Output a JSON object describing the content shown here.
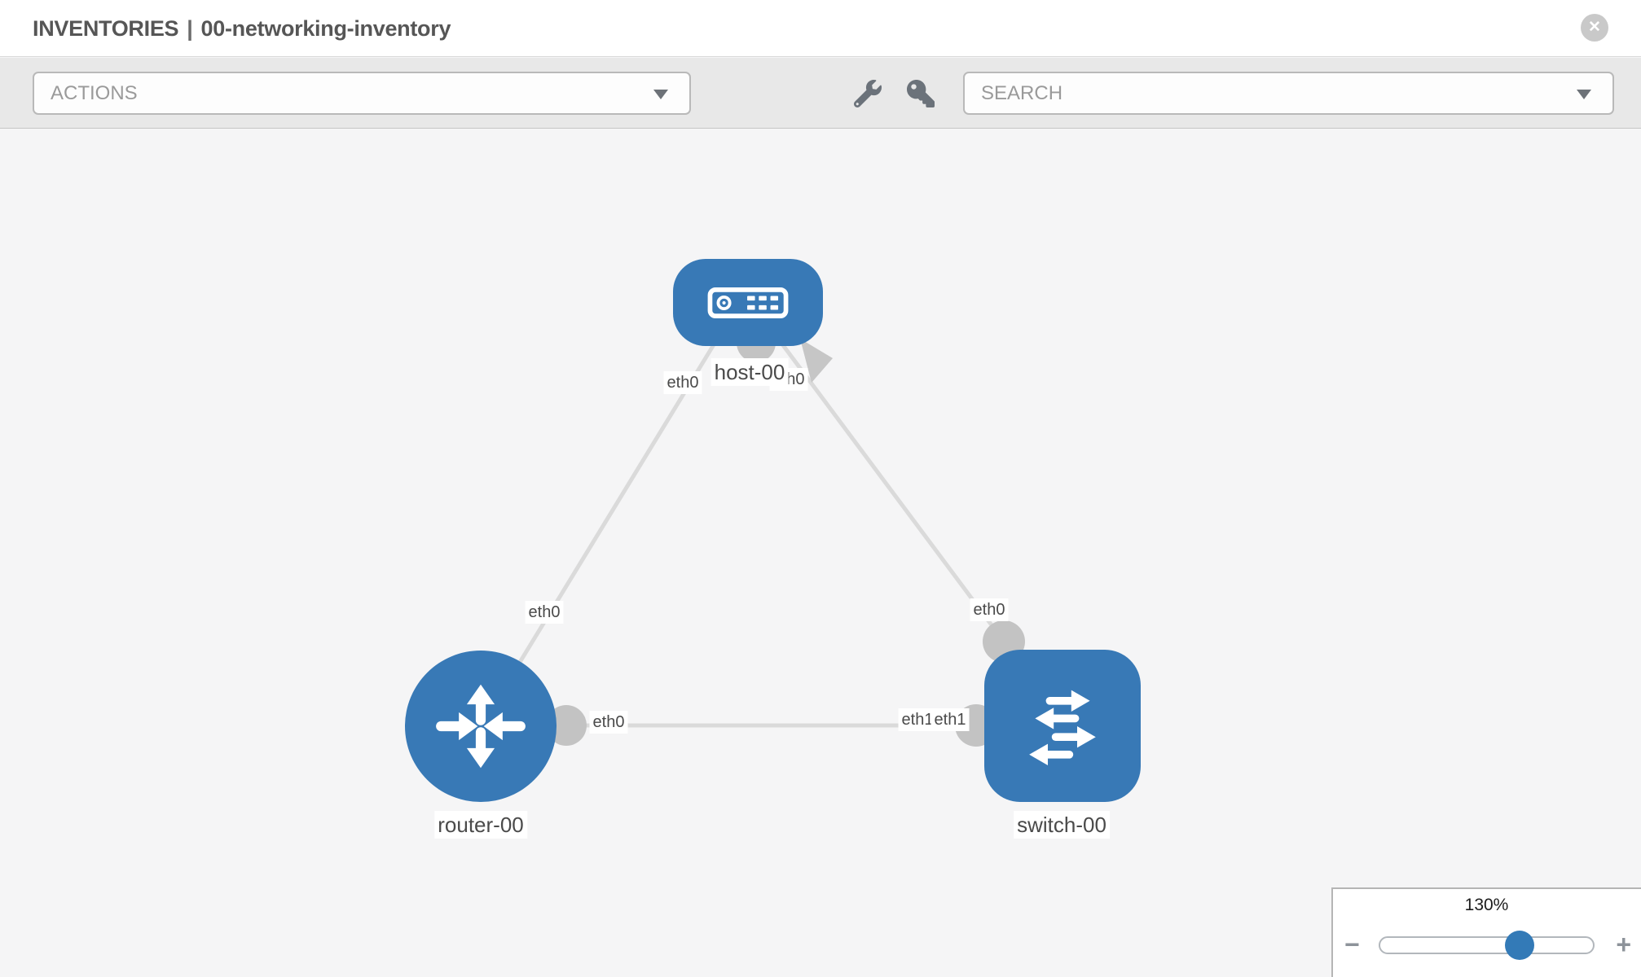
{
  "header": {
    "title_primary": "INVENTORIES",
    "title_separator": "|",
    "title_secondary": "00-networking-inventory",
    "close_glyph": "✕"
  },
  "toolbar": {
    "actions_dropdown": {
      "value": "ACTIONS"
    },
    "search_dropdown": {
      "placeholder": "SEARCH"
    },
    "icons": [
      "wrench-icon",
      "key-icon"
    ]
  },
  "diagram": {
    "nodes": [
      {
        "id": "host-00",
        "type": "host",
        "label": "host-00",
        "icon": "host-server-icon"
      },
      {
        "id": "router-00",
        "type": "router",
        "label": "router-00",
        "icon": "router-arrows-icon"
      },
      {
        "id": "switch-00",
        "type": "switch",
        "label": "switch-00",
        "icon": "switch-arrows-icon"
      }
    ],
    "links": [
      {
        "from": "host-00",
        "to": "router-00",
        "from_interface": "eth0",
        "to_interface": "eth0"
      },
      {
        "from": "host-00",
        "to": "switch-00",
        "from_interface": "eth0",
        "to_interface": "eth0"
      },
      {
        "from": "router-00",
        "to": "switch-00",
        "from_interface": "eth0",
        "to_interface": "eth1"
      }
    ],
    "interface_labels": [
      {
        "text": "eth0",
        "link": "host-00 - router-00",
        "end": "host-00"
      },
      {
        "text": "eth0",
        "link": "host-00 - switch-00",
        "end": "host-00"
      },
      {
        "text": "eth0",
        "link": "host-00 - router-00",
        "end": "router-00"
      },
      {
        "text": "eth0",
        "link": "host-00 - switch-00",
        "end": "switch-00"
      },
      {
        "text": "eth0",
        "link": "router-00 - switch-00",
        "end": "router-00"
      },
      {
        "text": "eth1",
        "link": "router-00 - switch-00",
        "end": "switch-00",
        "partially_obscured": true
      },
      {
        "text": "eth1",
        "link": "router-00 - switch-00",
        "end": "switch-00"
      }
    ]
  },
  "zoom_widget": {
    "zoom_percent": "130%",
    "minus_glyph": "−",
    "plus_glyph": "+",
    "slider_position_ratio": 0.645
  },
  "colors": {
    "node_blue": "#3879b6",
    "link_gray": "#dadada",
    "interface_dot_gray": "#c3c3c3",
    "canvas_bg": "#f5f5f6",
    "toolbar_bg": "#e8e8e8",
    "slider_thumb_blue": "#337ab7"
  }
}
